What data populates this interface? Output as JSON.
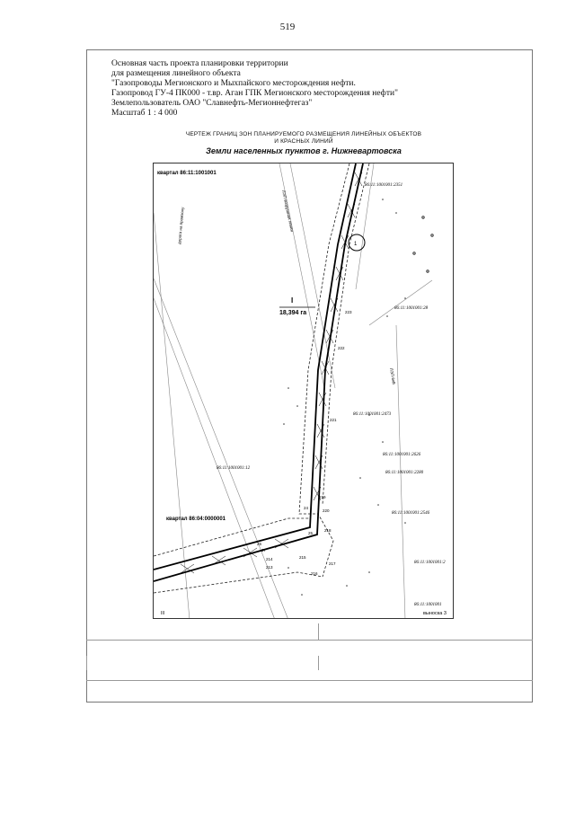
{
  "page": {
    "number": "519"
  },
  "header": {
    "lines": [
      "Основная часть проекта планировки территории",
      "для размещения линейного объекта",
      "\"Газопроводы Мегионского и Мыхпайского месторождения нефти.",
      "Газопровод ГУ-4 ПК000 - т.вр. Аган ГПК Мегионского месторождения нефти\"",
      "Землепользователь  ОАО \"Славнефть-Мегионнефтегаз\"",
      "Масштаб 1 : 4 000"
    ]
  },
  "map": {
    "title_line1": "ЧЕРТЕЖ  ГРАНИЦ ЗОН ПЛАНИРУЕМОГО РАЗМЕЩЕНИЯ ЛИНЕЙНЫХ ОБЪЕКТОВ",
    "title_line2": "И КРАСНЫХ ЛИНИЙ",
    "subtitle": "Земли населенных пунктов г. Нижневартовска",
    "labels": {
      "quarter_top": "квартал 86:11:1001001",
      "quarter_bottom": "квартал 86:04:0000001",
      "zone_number": "I",
      "zone_area": "18,394 га",
      "detail": "1",
      "extract": "выноска 3",
      "corner": "III",
      "road_left": "дорога на промзону",
      "road_right": "ЛЭП-6кВ",
      "parcel_upper": "ЛЭП воздушная линия",
      "parcels": [
        "86:11:1001001:2351",
        "86:11:1001001:28",
        "86:11:1001001:2473",
        "86:11:1001001:2626",
        "86:11:1001001:2280",
        "86:11:1001001:2546",
        "86:11:1001001:2",
        "86:11:1001001",
        "86:11:1001001:12"
      ],
      "points": [
        "223",
        "222",
        "221",
        "220",
        "219",
        "218",
        "217",
        "216",
        "215",
        "214",
        "213",
        "24",
        "25",
        "26",
        "27"
      ]
    }
  }
}
